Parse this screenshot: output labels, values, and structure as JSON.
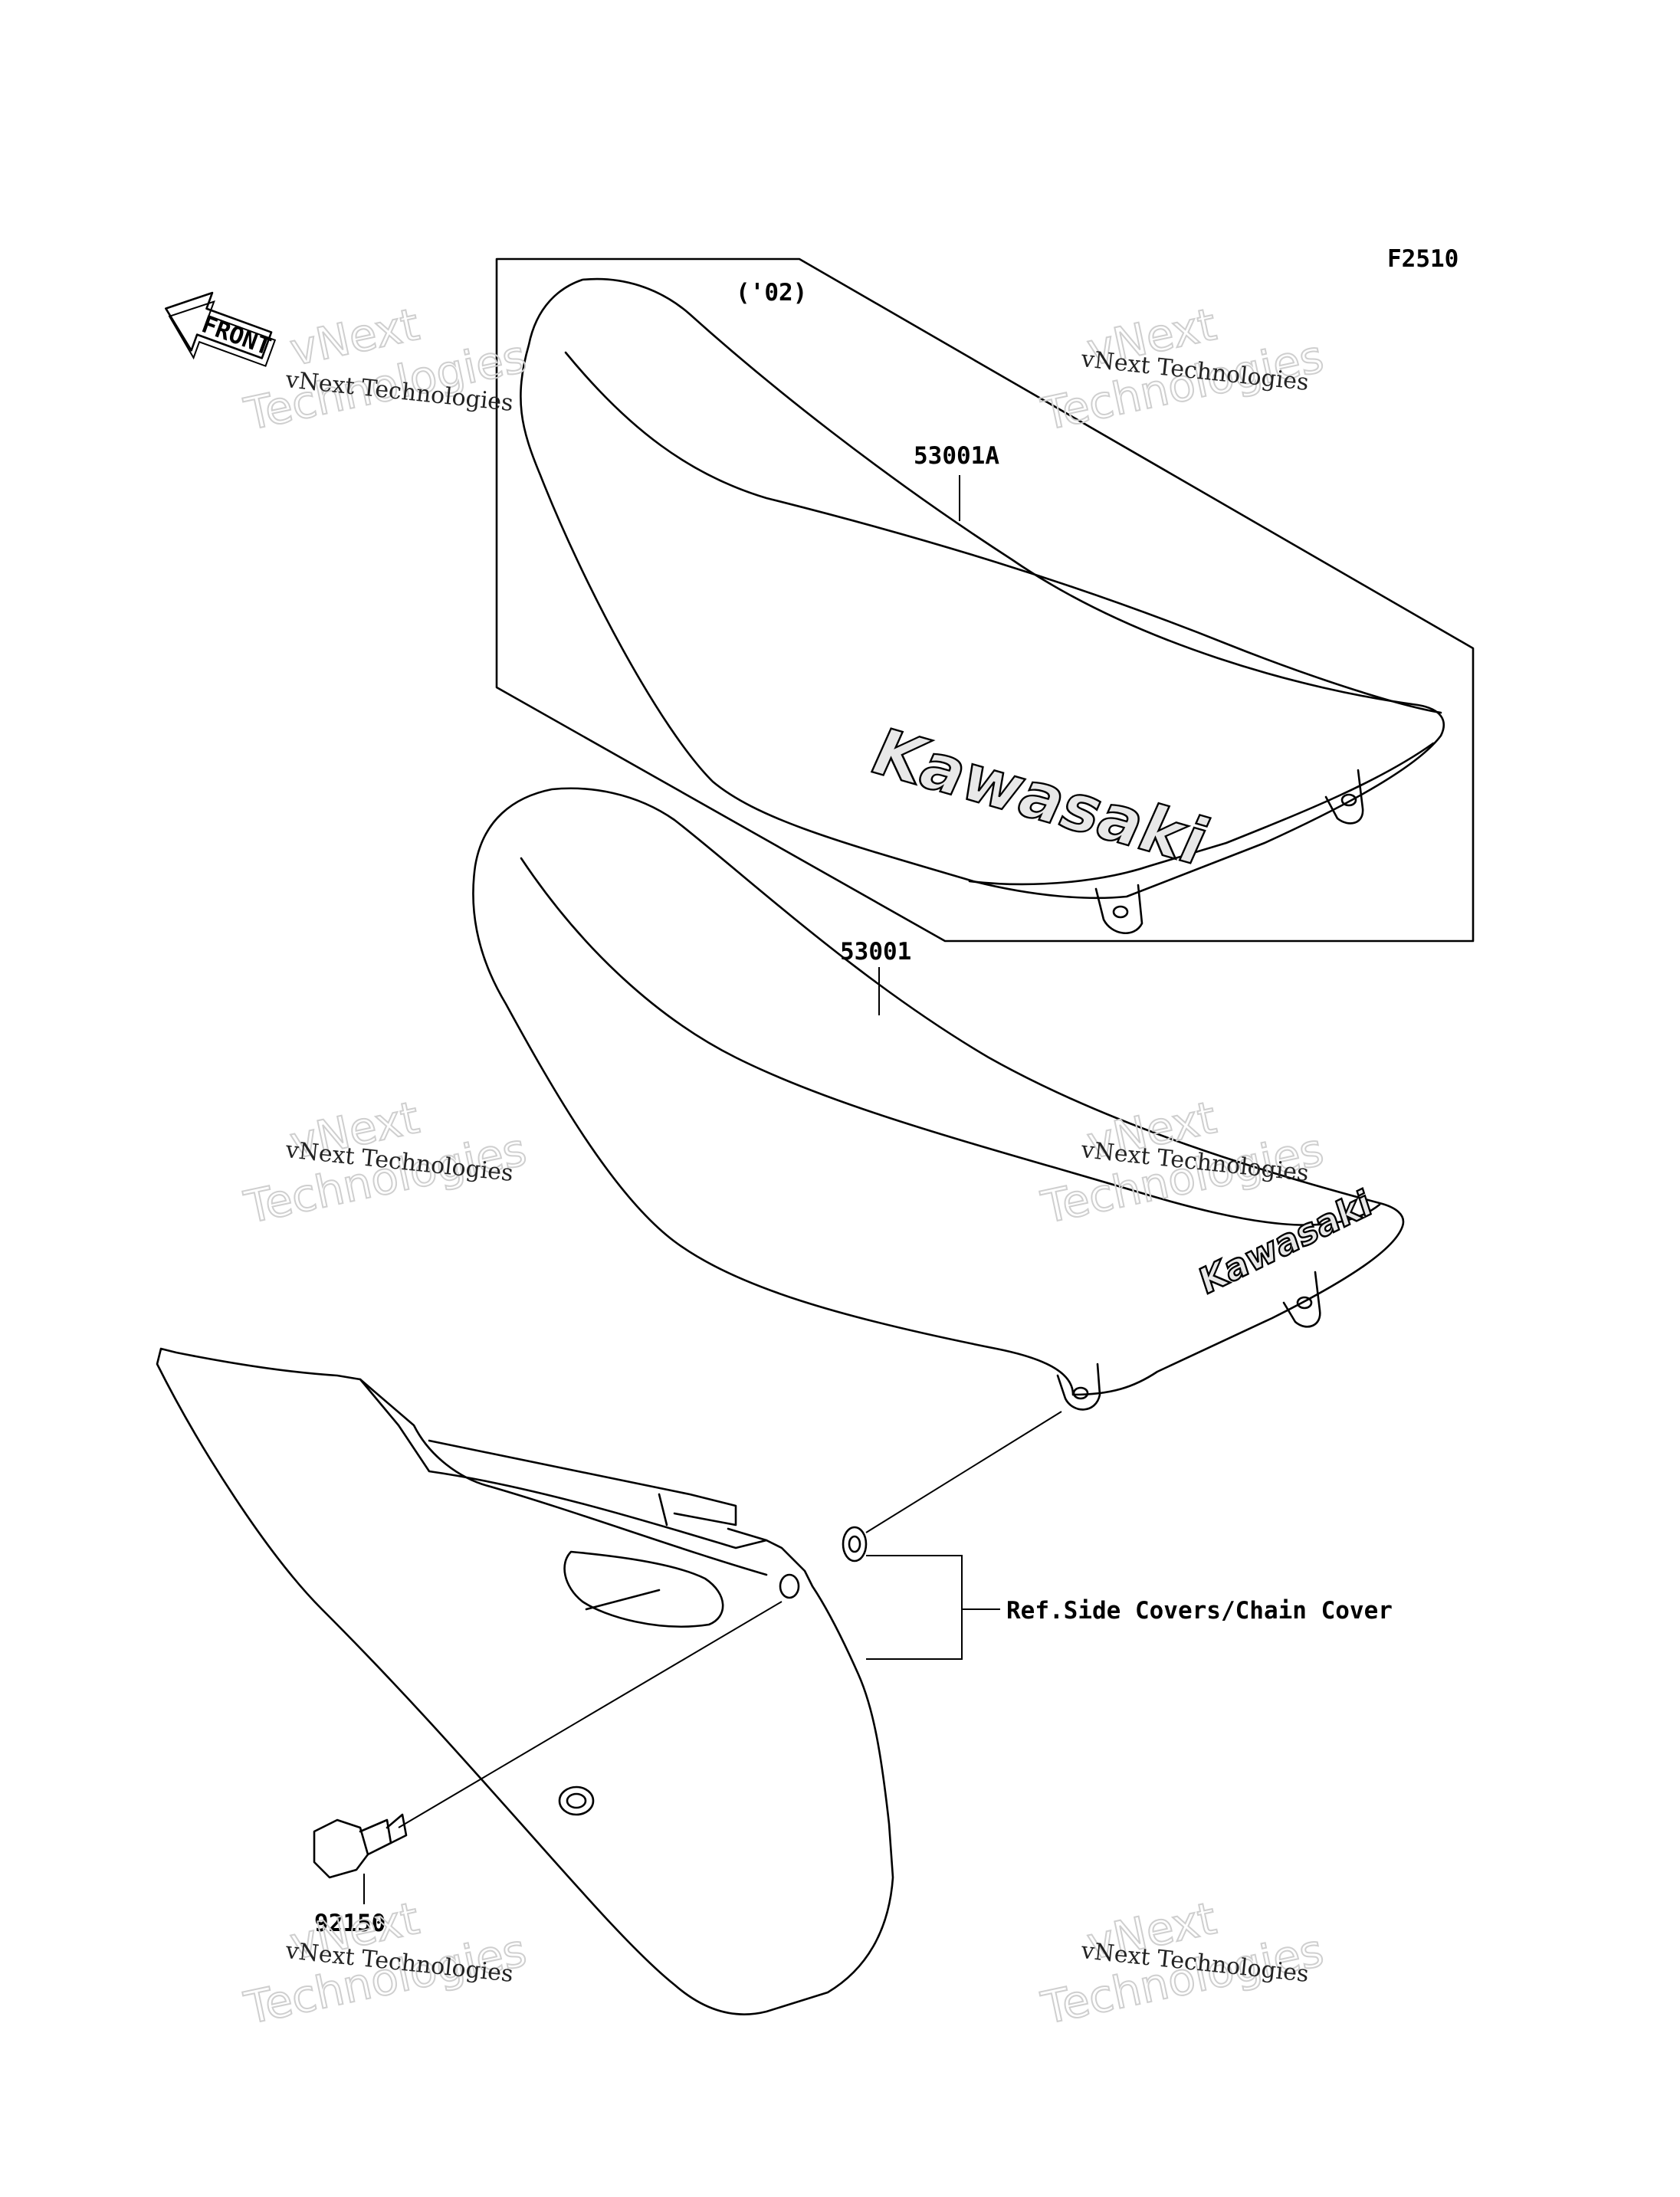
{
  "figure_code": "F2510",
  "year_note": "('02)",
  "front_label": "FRONT",
  "brand_logo_text": "Kawasaki",
  "parts": [
    {
      "number": "53001A"
    },
    {
      "number": "53001"
    },
    {
      "number": "92150"
    }
  ],
  "reference_label": "Ref.Side Covers/Chain Cover",
  "watermark": {
    "line1": "vNext Technologies",
    "big_top": "vNext",
    "big_bottom": "Technologies"
  }
}
